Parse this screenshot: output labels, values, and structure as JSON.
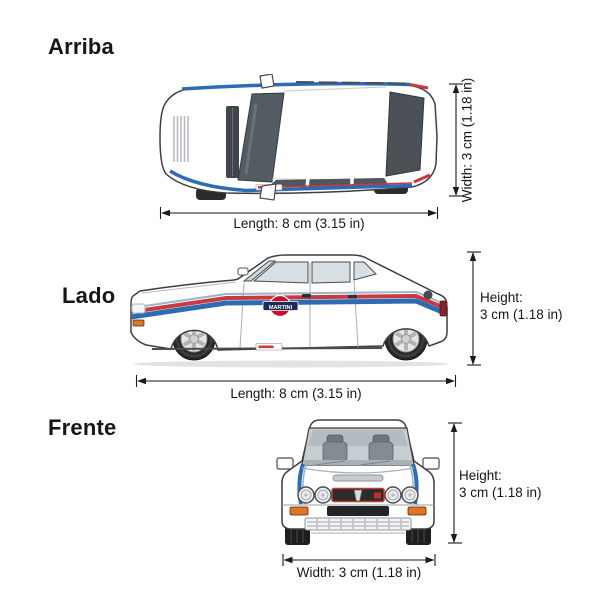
{
  "views": {
    "top": {
      "label": "Arriba",
      "length_dim": "Length: 8 cm (3.15 in)",
      "width_dim": "Width: 3 cm (1.18 in)"
    },
    "side": {
      "label": "Lado",
      "length_dim": "Length: 8 cm (3.15 in)",
      "height_label": "Height:",
      "height_value": "3 cm (1.18 in)"
    },
    "front": {
      "label": "Frente",
      "width_dim": "Width: 3 cm (1.18 in)",
      "height_label": "Height:",
      "height_value": "3 cm (1.18 in)"
    }
  },
  "car": {
    "decal_text": "MARTINI",
    "colors": {
      "body": "#ffffff",
      "stripe_blue": "#2d6cb3",
      "stripe_light_blue": "#9db4c8",
      "stripe_red": "#c63a40",
      "martini_navy": "#1c2c55",
      "martini_red": "#c8102e",
      "indicator_orange": "#e8731e"
    }
  }
}
